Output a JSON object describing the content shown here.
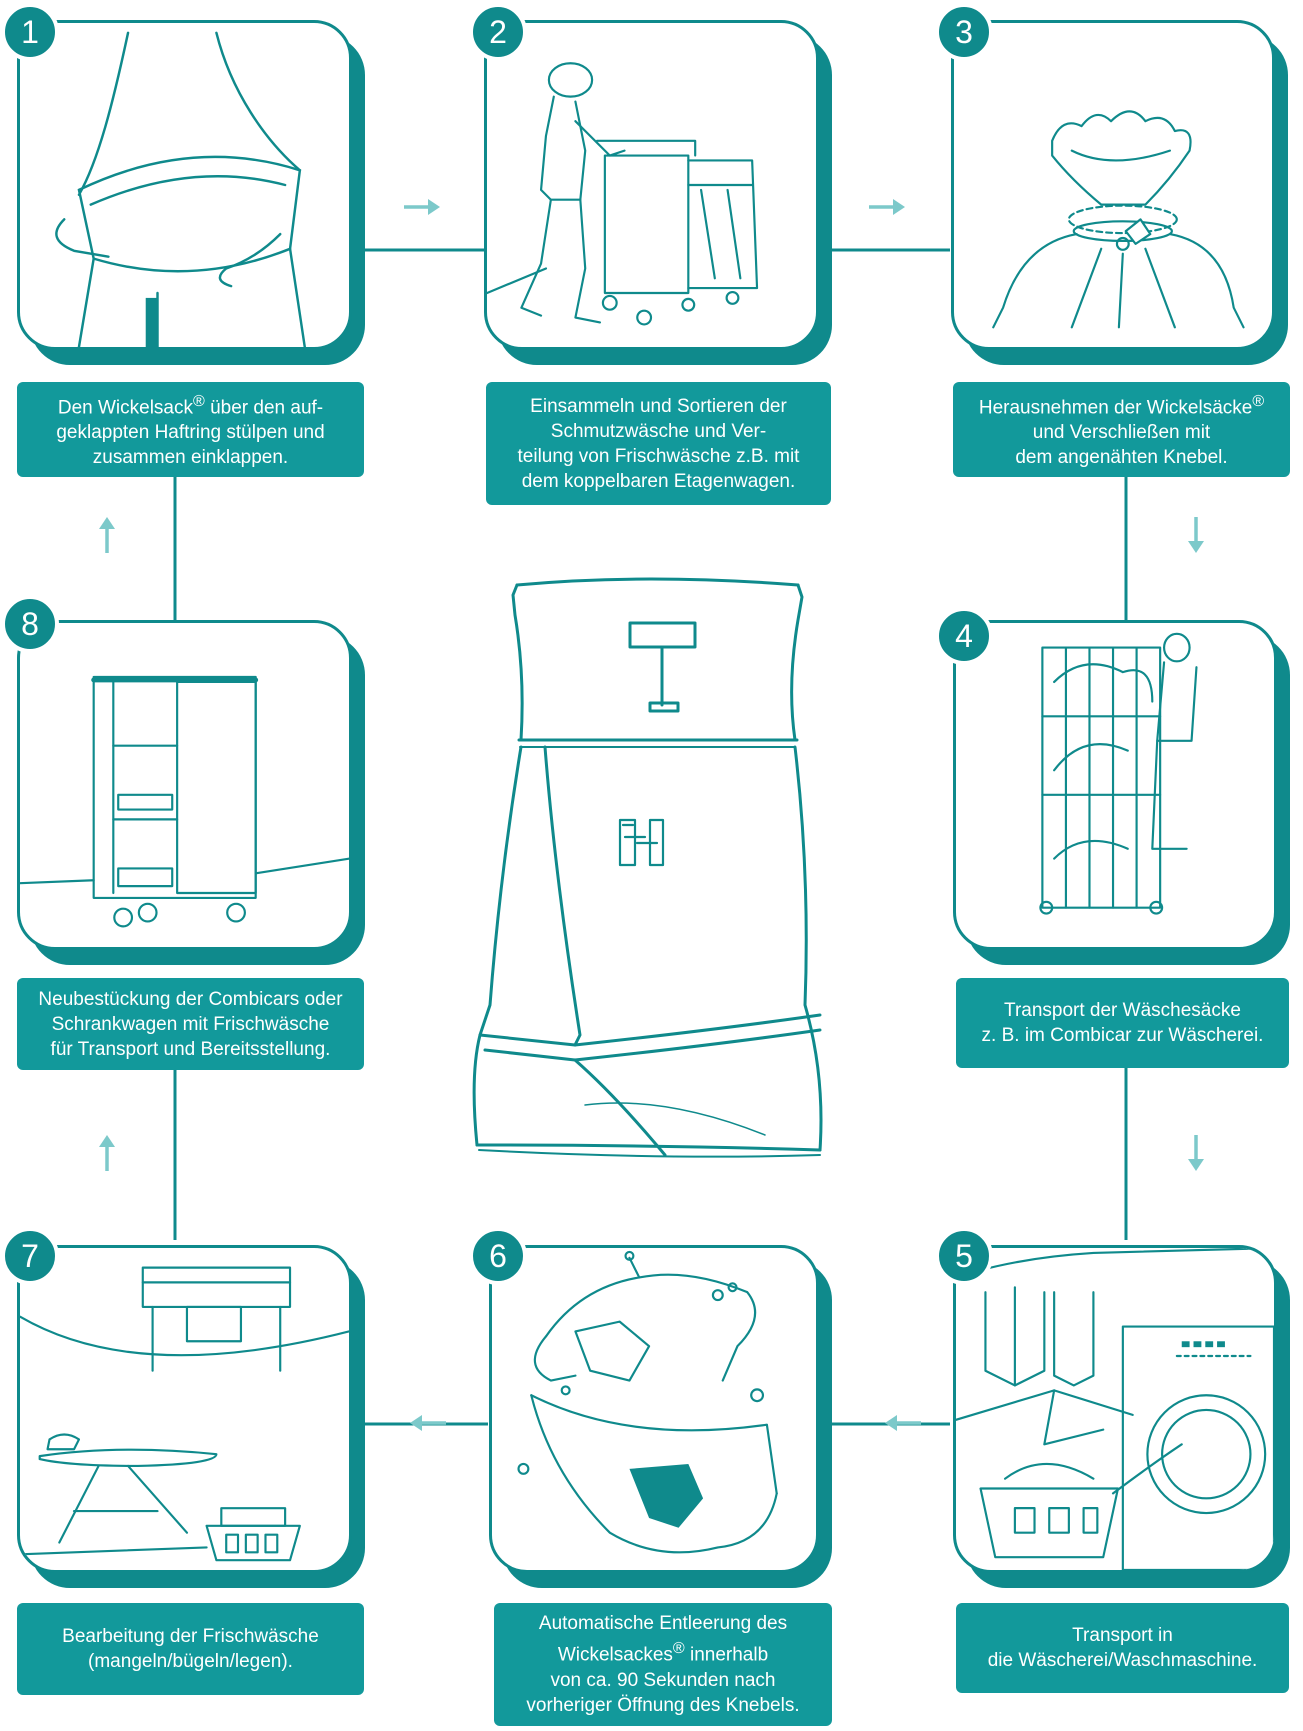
{
  "colors": {
    "teal": "#0f8a8c",
    "caption_bg": "#12999b",
    "arrow": "#7cc9ca",
    "line_art": "#0f8a8c"
  },
  "steps": [
    {
      "number": "1",
      "caption_before": "Den Wickelsack",
      "reg": "®",
      "caption_after": " über den auf-\ngeklappten Haftring stülpen und\nzusammen einklappen.",
      "icon": "sack-on-ring-illustration"
    },
    {
      "number": "2",
      "caption": "Einsammeln und Sortieren der\nSchmutzwäsche und Ver-\nteilung von Frischwäsche z.B. mit\ndem koppelbaren Etagenwagen.",
      "icon": "nurse-trolley-illustration"
    },
    {
      "number": "3",
      "caption_before": "Herausnehmen der Wickelsäcke",
      "reg": "®",
      "caption_after": "\nund Verschließen mit\ndem angenähten Knebel.",
      "icon": "tied-sack-illustration"
    },
    {
      "number": "4",
      "caption": "Transport der Wäschesäcke\nz. B. im Combicar zur Wäscherei.",
      "icon": "combicar-illustration"
    },
    {
      "number": "5",
      "caption": "Transport in\ndie Wäscherei/Waschmaschine.",
      "icon": "washing-machine-illustration"
    },
    {
      "number": "6",
      "caption_before": "Automatische Entleerung des\nWickelsackes",
      "reg": "®",
      "caption_after": " innerhalb\nvon ca. 90 Sekunden nach\nvorheriger Öffnung des Knebels.",
      "icon": "emptying-sack-illustration"
    },
    {
      "number": "7",
      "caption": "Bearbeitung der Frischwäsche\n(mangeln/bügeln/legen).",
      "icon": "ironing-illustration"
    },
    {
      "number": "8",
      "caption": "Neubestückung der Combicars oder\nSchrankwagen mit Frischwäsche\nfür Transport und Bereitsstellung.",
      "icon": "cabinet-cart-illustration"
    }
  ],
  "flow_arrows": [
    {
      "direction": "right",
      "from": "1",
      "to": "2"
    },
    {
      "direction": "right",
      "from": "2",
      "to": "3"
    },
    {
      "direction": "down",
      "from": "3",
      "to": "4"
    },
    {
      "direction": "down",
      "from": "4",
      "to": "5"
    },
    {
      "direction": "left",
      "from": "5",
      "to": "6"
    },
    {
      "direction": "left",
      "from": "6",
      "to": "7"
    },
    {
      "direction": "up",
      "from": "7",
      "to": "8"
    },
    {
      "direction": "up",
      "from": "8",
      "to": "1"
    }
  ]
}
